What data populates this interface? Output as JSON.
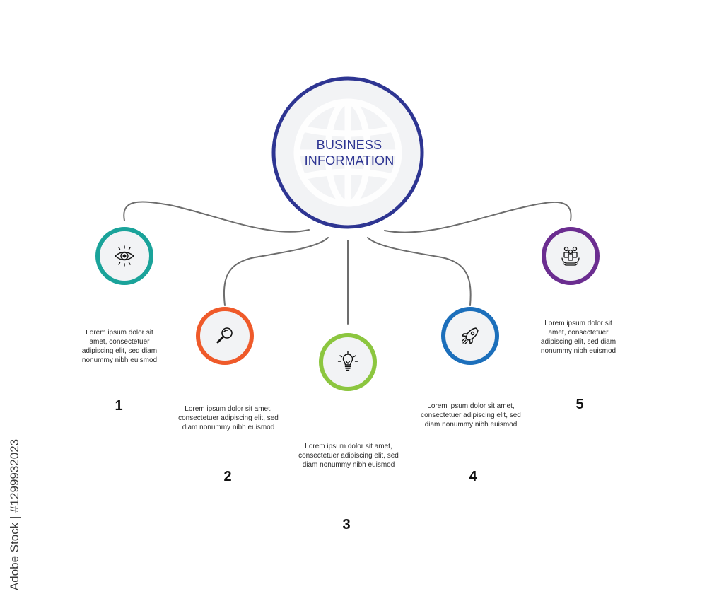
{
  "hub": {
    "title_line1": "BUSINESS",
    "title_line2": "INFORMATION",
    "icon": "globe-icon",
    "ring_color": "#2e3592"
  },
  "steps": [
    {
      "number": "1",
      "icon": "eye-icon",
      "color": "#1aa39a",
      "text_lines": [
        "Lorem ipsum dolor sit",
        "amet, consectetuer",
        "adipiscing elit, sed diam",
        "nonummy nibh euismod"
      ]
    },
    {
      "number": "2",
      "icon": "magnifier-icon",
      "color": "#ef5a2a",
      "text_lines": [
        "Lorem ipsum dolor sit amet,",
        "consectetuer adipiscing elit, sed",
        "diam nonummy nibh euismod"
      ]
    },
    {
      "number": "3",
      "icon": "lightbulb-icon",
      "color": "#8cc63f",
      "text_lines": [
        "Lorem ipsum dolor sit amet,",
        "consectetuer adipiscing elit, sed",
        "diam nonummy nibh euismod"
      ]
    },
    {
      "number": "4",
      "icon": "rocket-icon",
      "color": "#1c6fbb",
      "text_lines": [
        "Lorem ipsum dolor sit amet,",
        "consectetuer adipiscing elit, sed",
        "diam nonummy nibh euismod"
      ]
    },
    {
      "number": "5",
      "icon": "team-icon",
      "color": "#6b2d90",
      "text_lines": [
        "Lorem ipsum dolor sit",
        "amet, consectetuer",
        "adipiscing elit, sed diam",
        "nonummy nibh euismod"
      ]
    }
  ],
  "connector_color": "#6d6d6d",
  "watermark": {
    "text": "Adobe Stock | #1299932023"
  }
}
